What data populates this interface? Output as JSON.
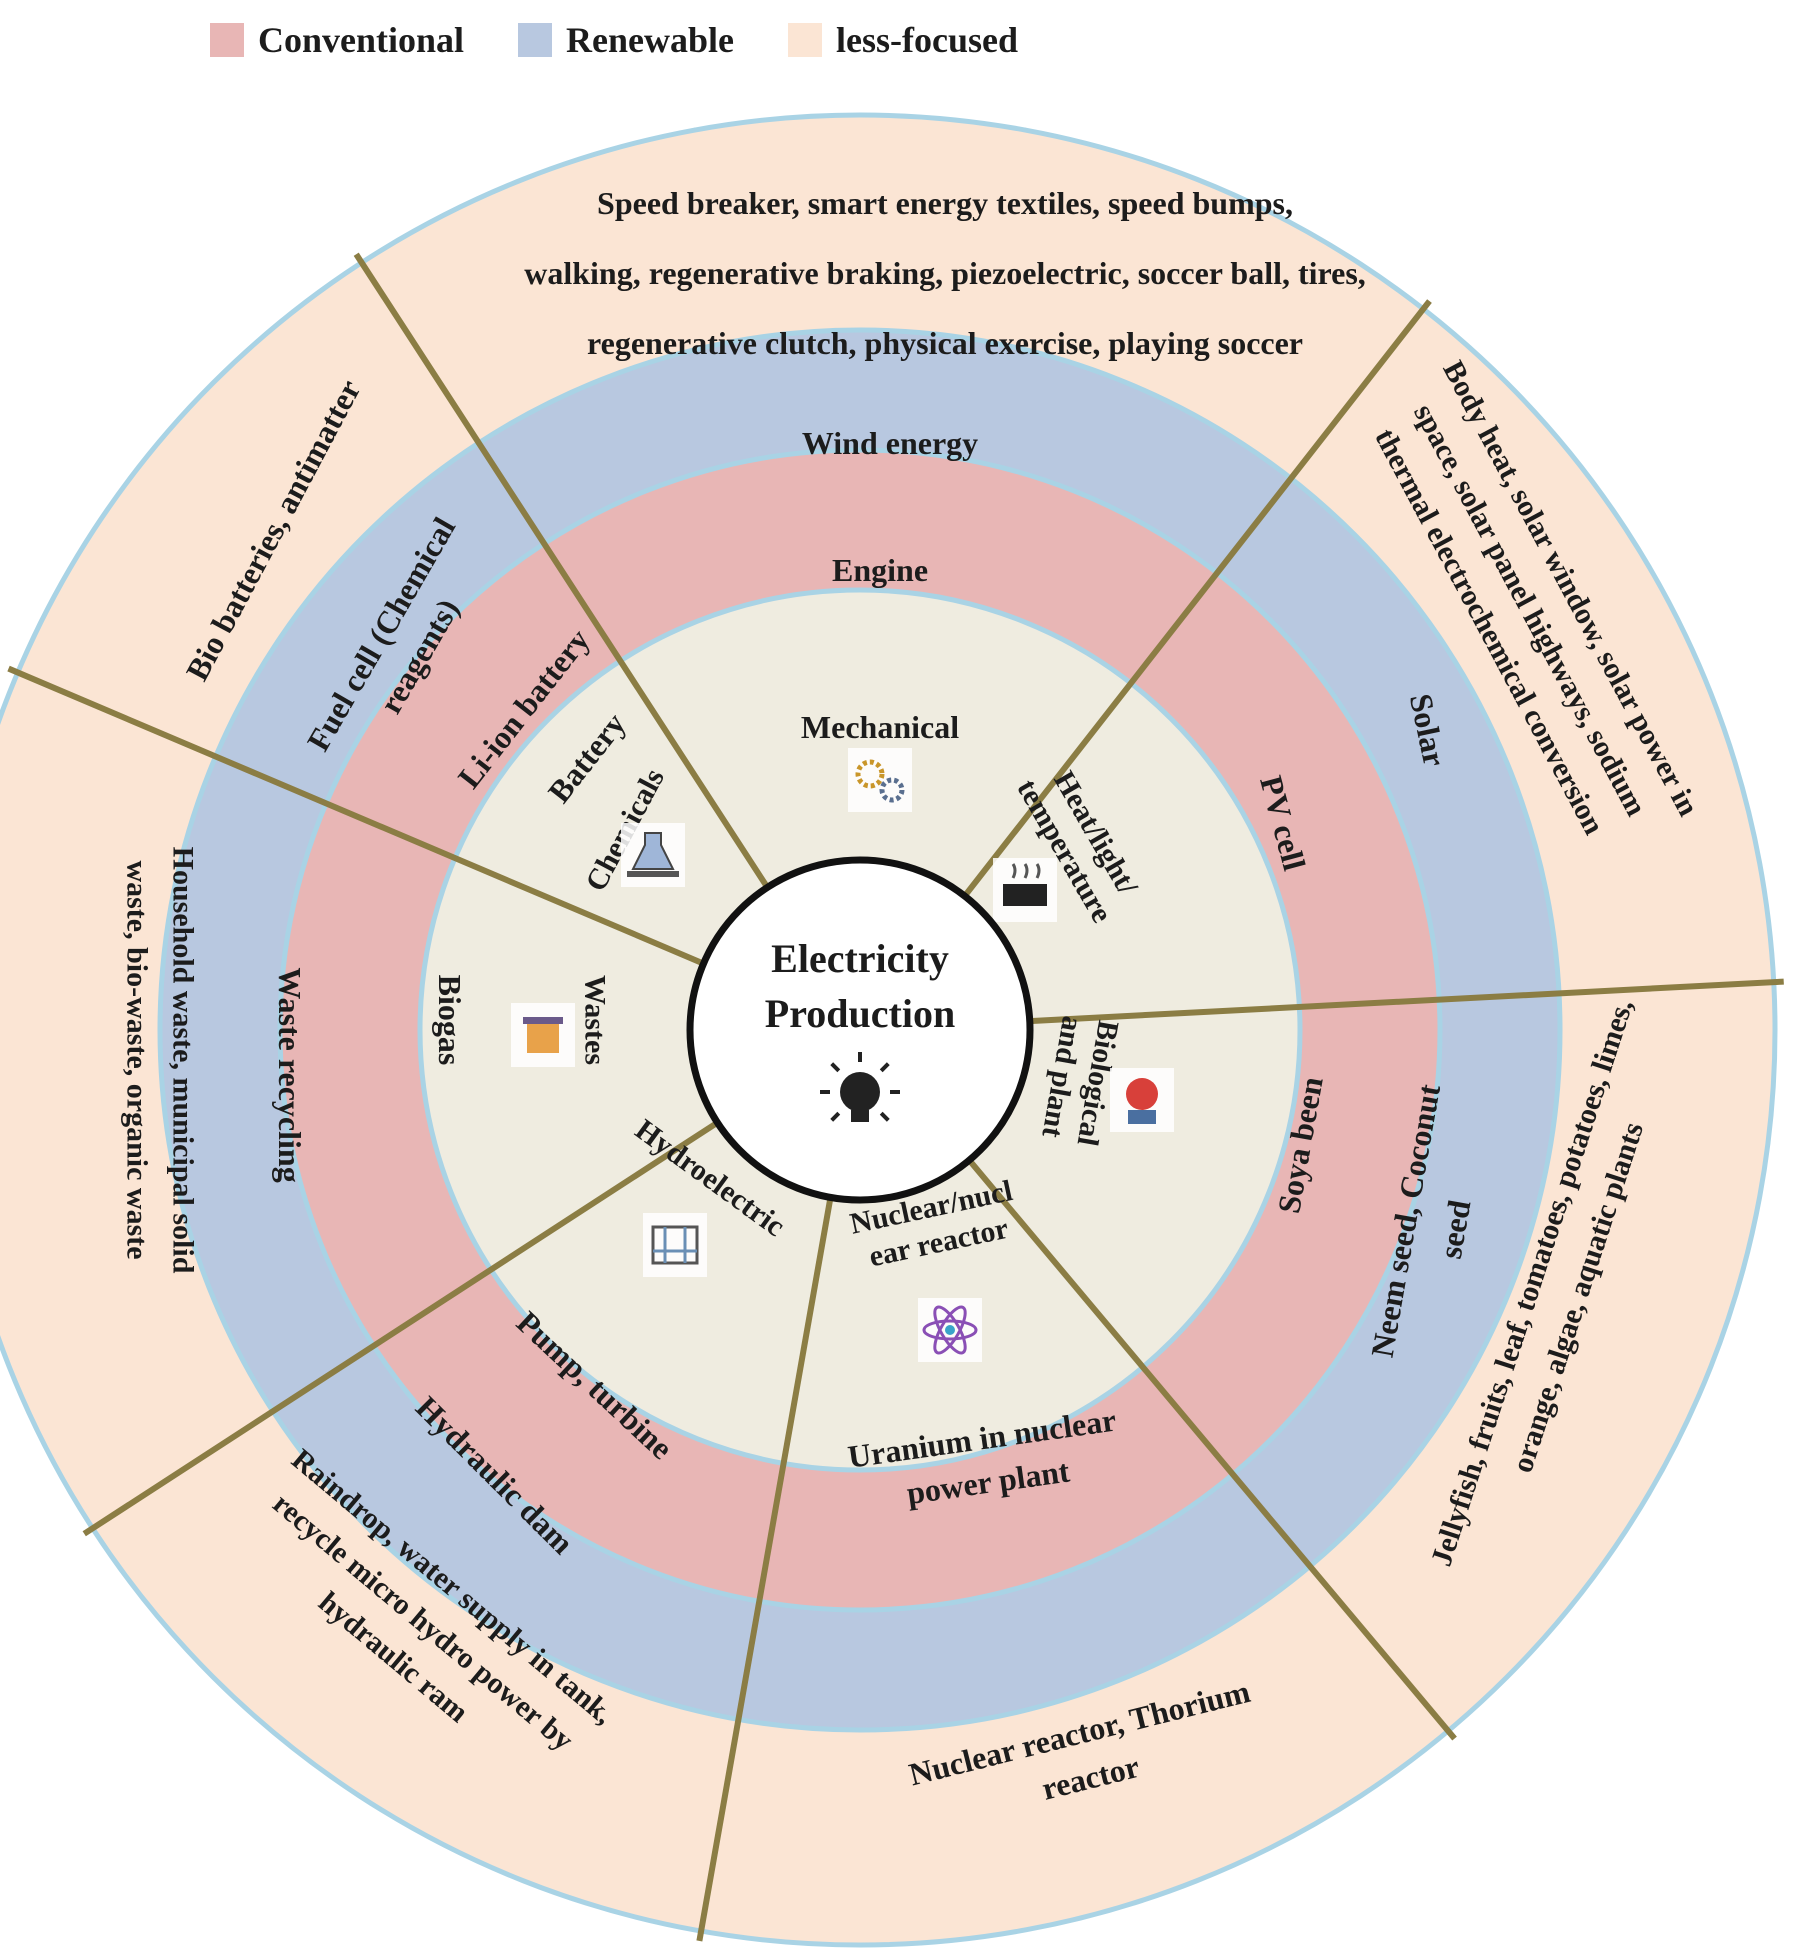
{
  "colors": {
    "conventional": "#e8b6b5",
    "renewable": "#b8c8e0",
    "less_focused": "#fbe5d4",
    "source_ring": "#efece0",
    "ring_border": "#a9d3e5",
    "divider": "#8b7d44",
    "center_fill": "#ffffff",
    "center_border": "#111111"
  },
  "legend": [
    {
      "label": "Conventional",
      "color_key": "conventional"
    },
    {
      "label": "Renewable",
      "color_key": "renewable"
    },
    {
      "label": "less-focused",
      "color_key": "less_focused"
    }
  ],
  "center": {
    "title_line1": "Electricity",
    "title_line2": "Production",
    "icon": "light-bulb-icon"
  },
  "sources": [
    {
      "key": "mechanical",
      "lines": [
        "Mechanical"
      ],
      "icon": "gears-icon"
    },
    {
      "key": "heat",
      "lines": [
        "Heat/light/",
        "temperature"
      ],
      "icon": "stove-icon"
    },
    {
      "key": "biological",
      "lines": [
        "Biological",
        "and plant"
      ],
      "icon": "plant-icon"
    },
    {
      "key": "nuclear",
      "lines": [
        "Nuclear/nucl",
        "ear reactor"
      ],
      "icon": "atom-icon"
    },
    {
      "key": "hydro",
      "lines": [
        "Hydroelectric"
      ],
      "icon": "dam-icon"
    },
    {
      "key": "wastes",
      "lines": [
        "Wastes"
      ],
      "icon": "trash-bin-icon"
    },
    {
      "key": "chemicals",
      "lines": [
        "Chemicals"
      ],
      "icon": "lab-flask-icon"
    }
  ],
  "conventional": [
    {
      "key": "mechanical",
      "lines": [
        "Engine"
      ]
    },
    {
      "key": "heat",
      "lines": [
        "PV cell"
      ]
    },
    {
      "key": "biological",
      "lines": [
        "Soya been"
      ]
    },
    {
      "key": "nuclear",
      "lines": [
        "Uranium in nuclear",
        "power plant"
      ]
    },
    {
      "key": "hydro",
      "lines": [
        "Pump, turbine"
      ]
    },
    {
      "key": "wastes",
      "lines": [
        "Biogas"
      ]
    },
    {
      "key": "chemicals",
      "lines": [
        "Li-ion battery",
        "Battery"
      ]
    }
  ],
  "renewable": [
    {
      "key": "mechanical",
      "lines": [
        "Wind energy"
      ]
    },
    {
      "key": "heat",
      "lines": [
        "Solar"
      ]
    },
    {
      "key": "biological",
      "lines": [
        "Neem seed, Coconut",
        "seed"
      ]
    },
    {
      "key": "nuclear",
      "lines": []
    },
    {
      "key": "hydro",
      "lines": [
        "Hydraulic dam"
      ]
    },
    {
      "key": "wastes",
      "lines": [
        "Waste recycling"
      ]
    },
    {
      "key": "chemicals",
      "lines": [
        "Fuel cell (Chemical",
        "reagents)"
      ]
    }
  ],
  "less_focused": [
    {
      "key": "mechanical",
      "lines": [
        "Speed breaker, smart energy textiles, speed bumps,",
        "walking, regenerative braking, piezoelectric, soccer ball, tires,",
        "regenerative clutch, physical exercise, playing soccer"
      ]
    },
    {
      "key": "heat",
      "lines": [
        "Body heat, solar window, solar power in",
        "space, solar panel highways, sodium",
        "thermal electrochemical conversion"
      ]
    },
    {
      "key": "biological",
      "lines": [
        "Jellyfish, fruits, leaf, tomatoes, potatoes, limes,",
        "orange, algae, aquatic plants"
      ]
    },
    {
      "key": "nuclear",
      "lines": [
        "Nuclear reactor, Thorium",
        "reactor"
      ]
    },
    {
      "key": "hydro",
      "lines": [
        "Raindrop, water supply in tank,",
        "recycle micro hydro power by",
        "hydraulic ram"
      ]
    },
    {
      "key": "wastes",
      "lines": [
        "Household waste, municipal solid",
        "waste, bio-waste, organic waste"
      ]
    },
    {
      "key": "chemicals",
      "lines": [
        "Bio batteries, antimatter"
      ]
    }
  ]
}
